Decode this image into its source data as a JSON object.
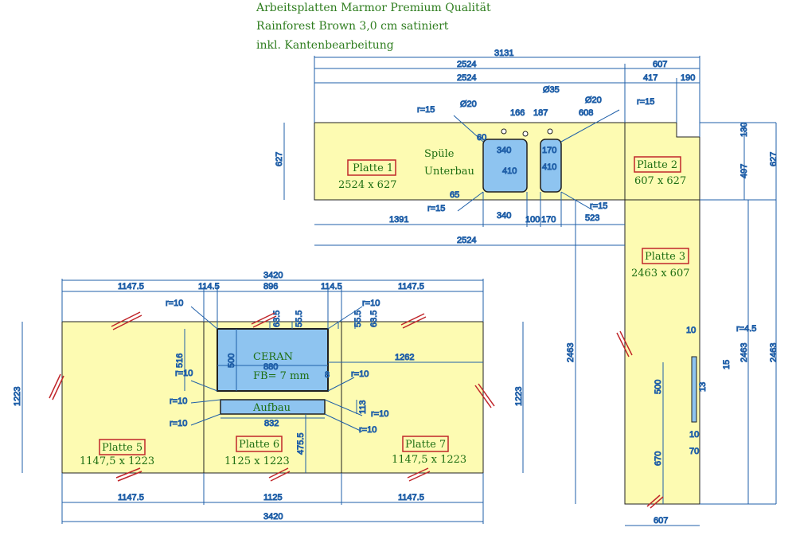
{
  "header": {
    "line1": "Arbeitsplatten Marmor Premium Qualität",
    "line2": "Rainforest Brown 3,0 cm satiniert",
    "line3": "inkl. Kantenbearbeitung"
  },
  "colors": {
    "slab": "#fdfbb2",
    "cutout": "#8ec4f0",
    "dim_line": "#1f5fa8",
    "dim_text": "#c0262a",
    "label_text": "#1e6e12",
    "outline": "#202020"
  },
  "upper": {
    "plates": [
      {
        "tag": "Platte 1",
        "size": "2524 x 627"
      },
      {
        "tag": "Platte 2",
        "size": "607 x 627"
      },
      {
        "tag": "Platte 3",
        "size": "2463 x 607"
      }
    ],
    "sink_label_1": "Spüle",
    "sink_label_2": "Unterbau",
    "dims": {
      "total_top": "3131",
      "d2524a": "2524",
      "d607top": "607",
      "d2524b": "2524",
      "d417": "417",
      "d190": "190",
      "phi35": "Ø35",
      "phi20a": "Ø20",
      "phi20b": "Ø20",
      "d166": "166",
      "d187": "187",
      "d608": "608",
      "r15a": "r=15",
      "r15b": "r=15",
      "r15c": "r=15",
      "r15d": "r=15",
      "d60": "60",
      "d340a": "340",
      "d410a": "410",
      "d170a": "170",
      "d410b": "410",
      "d65": "65",
      "d1391": "1391",
      "d340b": "340",
      "d100": "100",
      "d170b": "170",
      "d523": "523",
      "d2524bottom": "2524",
      "d627left": "627",
      "d130": "130",
      "d497": "497",
      "d627right": "627",
      "d2463a": "2463",
      "d2463b": "2463",
      "d2463c": "2463",
      "d607bottom": "607",
      "d10a": "10",
      "r45": "r=4.5",
      "d15": "15",
      "d13": "13",
      "d500": "500",
      "d10b": "10",
      "d70": "70",
      "d670": "670"
    }
  },
  "lower": {
    "plates": [
      {
        "tag": "Platte 5",
        "size": "1147,5 x 1223"
      },
      {
        "tag": "Platte 6",
        "size": "1125 x 1223"
      },
      {
        "tag": "Platte 7",
        "size": "1147,5 x 1223"
      }
    ],
    "ceran_1": "CERAN",
    "ceran_2": "FB= 7 mm",
    "aufbau": "Aufbau",
    "dims": {
      "total_top": "3420",
      "s1": "1147.5",
      "s2": "114.5",
      "s3": "896",
      "s4": "114.5",
      "s5": "1147.5",
      "b1": "1147.5",
      "b2": "1125",
      "b3": "1147.5",
      "total_bottom": "3420",
      "left_h": "1223",
      "right_h": "1223",
      "d516": "516",
      "d500": "500",
      "d880": "880",
      "d832": "832",
      "d1262": "1262",
      "d475": "475.5",
      "d113": "113",
      "d8": "8",
      "d63a": "63.5",
      "d55a": "55.5",
      "d55b": "55.5",
      "d63b": "63.5",
      "r1": "r=10",
      "r2": "r=10",
      "r3": "r=10",
      "r4": "r=10",
      "r5": "r=10",
      "r6": "r=10",
      "r7": "r=10",
      "r8": "r=10"
    }
  }
}
